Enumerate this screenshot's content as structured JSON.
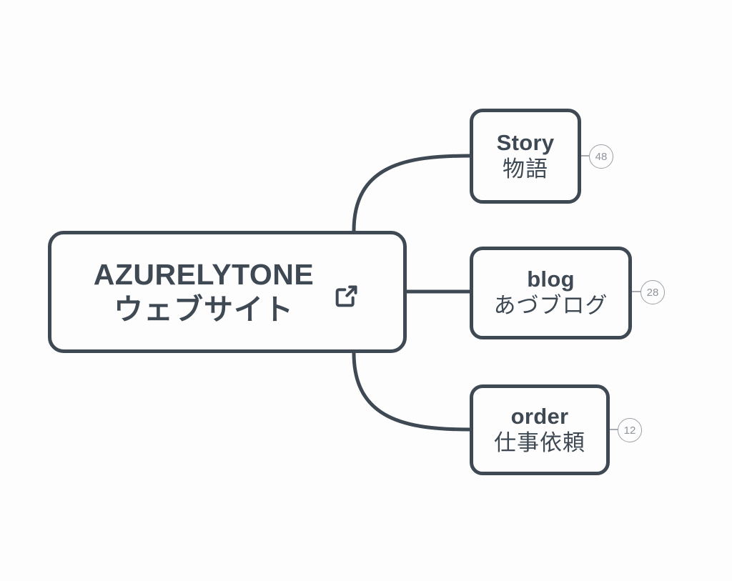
{
  "diagram": {
    "type": "mind-map",
    "colors": {
      "stroke": "#3f4954",
      "text": "#3f4954",
      "badge_stroke": "#9aa0a6",
      "badge_text": "#8e949b",
      "background": "#fdfdfd"
    },
    "root": {
      "latin": "AZURELYTONE",
      "jp": "ウェブサイト",
      "icon": "external-link-icon"
    },
    "children": [
      {
        "latin": "Story",
        "jp": "物語",
        "badge": "48"
      },
      {
        "latin": "blog",
        "jp": "あづブログ",
        "badge": "28"
      },
      {
        "latin": "order",
        "jp": "仕事依頼",
        "badge": "12"
      }
    ]
  }
}
